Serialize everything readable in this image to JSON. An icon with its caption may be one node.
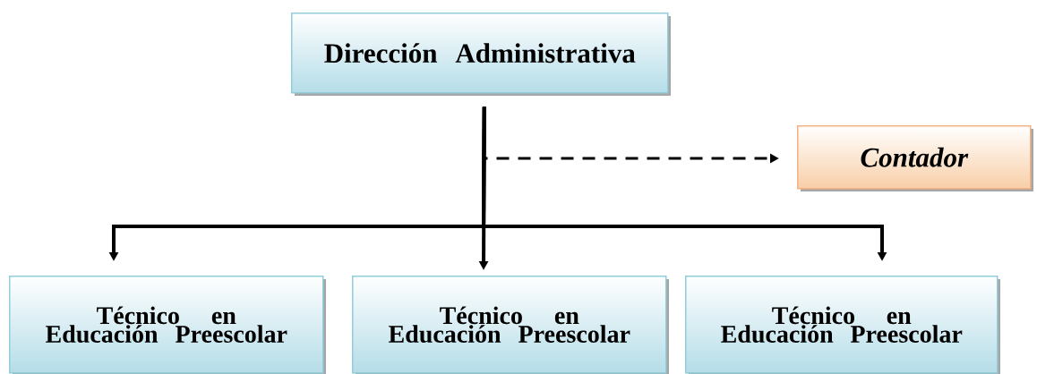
{
  "diagram": {
    "nodes": [
      {
        "text": [
          "Dirección Administrativa"
        ]
      },
      {
        "text": [
          "Contador"
        ]
      },
      {
        "text": [
          "Técnico en Educación Preescolar"
        ]
      },
      {
        "text": [
          "Técnico en Educación Preescolar"
        ]
      },
      {
        "text": [
          "Técnico en Educación Preescolar"
        ]
      }
    ],
    "edges": [
      {
        "from": 0,
        "to": 1,
        "arrow": "to",
        "style": "dashed"
      },
      {
        "from": 0,
        "to": 2,
        "arrow": "to"
      },
      {
        "from": 0,
        "to": 3,
        "arrow": "to"
      },
      {
        "from": 0,
        "to": 4,
        "arrow": "to"
      }
    ]
  }
}
